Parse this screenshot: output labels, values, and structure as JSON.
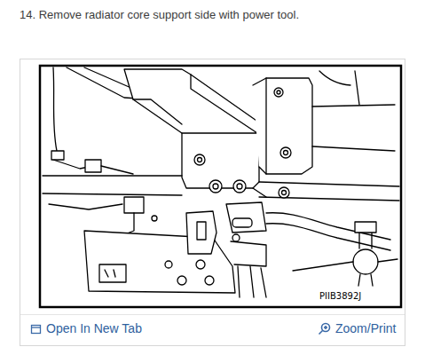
{
  "diagram": {
    "labels": [
      "14. Remove radiator core support side with power tool.",
      "PIIB3892J",
      "Open In New Tab",
      "Zoom/Print"
    ]
  }
}
